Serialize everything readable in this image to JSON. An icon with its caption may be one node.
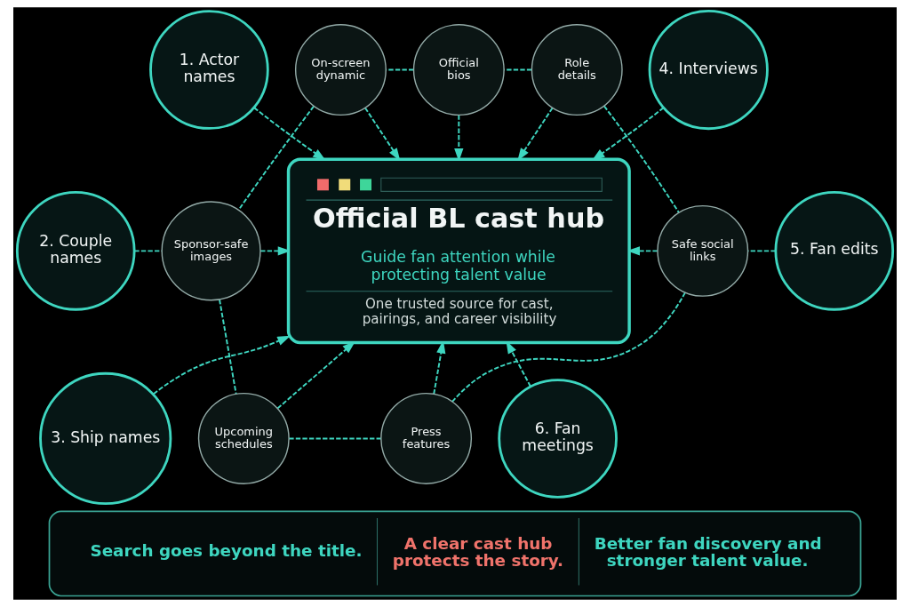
{
  "diagram": {
    "nodes": [
      {
        "text": [
          "1. Actor names"
        ]
      },
      {
        "text": [
          "On-screen dynamic"
        ]
      },
      {
        "text": [
          "Official bios"
        ]
      },
      {
        "text": [
          "Role details"
        ]
      },
      {
        "text": [
          "4. Interviews"
        ]
      },
      {
        "text": [
          "2. Couple names"
        ]
      },
      {
        "text": [
          "Sponsor-safe images"
        ]
      },
      {
        "text": [
          "Official BL cast hub",
          "Guide fan attention while protecting talent value",
          "One trusted source for cast, pairings, and career visibility"
        ]
      },
      {
        "text": [
          "Safe social links"
        ]
      },
      {
        "text": [
          "5. Fan edits"
        ]
      },
      {
        "text": [
          "3. Ship names"
        ]
      },
      {
        "text": [
          "Upcoming schedules"
        ]
      },
      {
        "text": [
          "Press features"
        ]
      },
      {
        "text": [
          "6. Fan meetings"
        ]
      },
      {
        "text": [
          "Search goes beyond the title.",
          "A clear cast hub protects the story.",
          "Better fan discovery and stronger talent value."
        ]
      }
    ],
    "edges": [
      {
        "from": 0,
        "to": 7,
        "arrow": "to",
        "style": "dashed"
      },
      {
        "from": 1,
        "to": 7,
        "arrow": "to",
        "style": "dashed"
      },
      {
        "from": 2,
        "to": 7,
        "arrow": "to",
        "style": "dashed"
      },
      {
        "from": 3,
        "to": 7,
        "arrow": "to",
        "style": "dashed"
      },
      {
        "from": 4,
        "to": 7,
        "arrow": "to",
        "style": "dashed"
      },
      {
        "from": 5,
        "to": 6,
        "arrow": "none",
        "style": "dashed"
      },
      {
        "from": 6,
        "to": 7,
        "arrow": "to",
        "style": "dashed"
      },
      {
        "from": 9,
        "to": 8,
        "arrow": "none",
        "style": "dashed"
      },
      {
        "from": 8,
        "to": 7,
        "arrow": "to",
        "style": "dashed"
      },
      {
        "from": 10,
        "to": 7,
        "arrow": "to",
        "style": "dashed"
      },
      {
        "from": 11,
        "to": 7,
        "arrow": "to",
        "style": "dashed"
      },
      {
        "from": 12,
        "to": 7,
        "arrow": "to",
        "style": "dashed"
      },
      {
        "from": 13,
        "to": 7,
        "arrow": "to",
        "style": "dashed"
      },
      {
        "from": 2,
        "to": 1,
        "arrow": "none",
        "style": "dashed"
      },
      {
        "from": 3,
        "to": 2,
        "arrow": "none",
        "style": "dashed"
      },
      {
        "from": 3,
        "to": 8,
        "arrow": "none",
        "style": "dashed"
      },
      {
        "from": 8,
        "to": 12,
        "arrow": "none",
        "style": "dashed"
      },
      {
        "from": 11,
        "to": 12,
        "arrow": "none",
        "style": "dashed"
      },
      {
        "from": 6,
        "to": 11,
        "arrow": "none",
        "style": "dashed"
      },
      {
        "from": 1,
        "to": 6,
        "arrow": "none",
        "style": "dashed"
      }
    ]
  }
}
